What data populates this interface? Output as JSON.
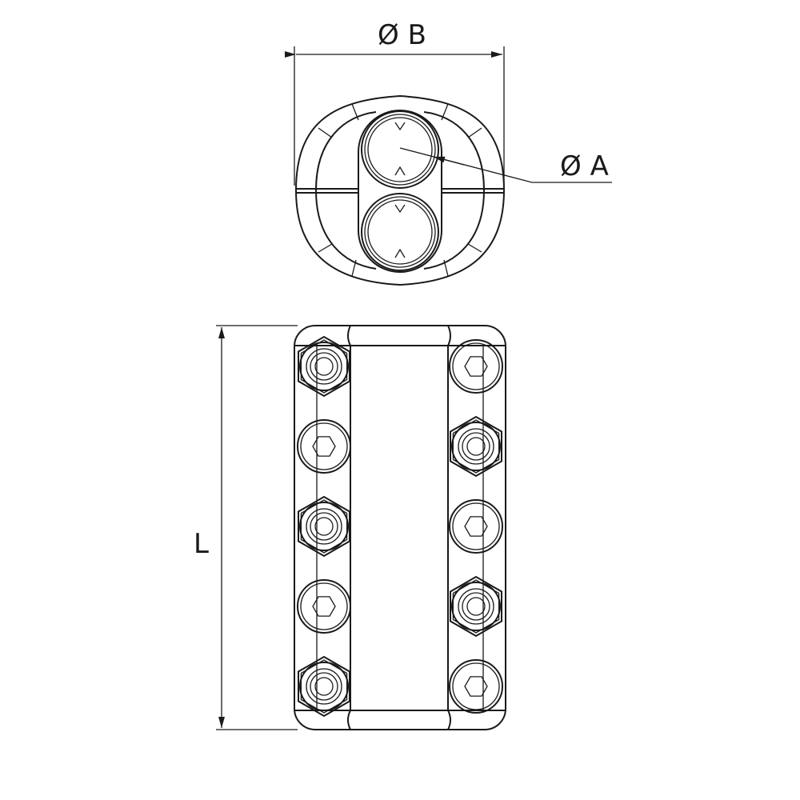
{
  "labels": {
    "diameter_b": "Ø B",
    "diameter_a": "Ø A",
    "length": "L"
  },
  "bolts": {
    "left": [
      "hex-nut",
      "socket-head",
      "hex-nut",
      "socket-head",
      "hex-nut"
    ],
    "right": [
      "socket-head",
      "hex-nut",
      "socket-head",
      "hex-nut",
      "socket-head"
    ]
  },
  "line_color": "#1a1a1a"
}
